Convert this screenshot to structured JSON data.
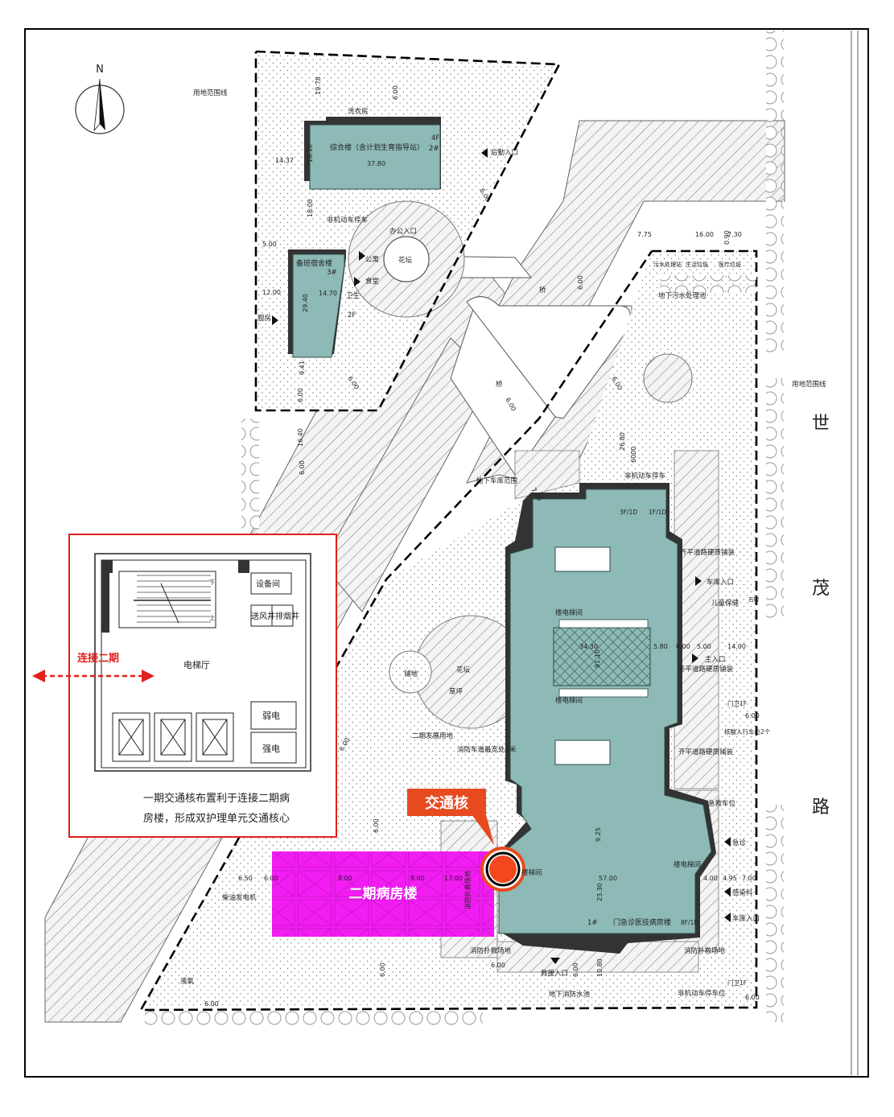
{
  "compass": {
    "north": "N"
  },
  "road": {
    "name_1": "世",
    "name_2": "茂",
    "name_3": "路"
  },
  "labels": {
    "site_line_left": "用地范围线",
    "site_line_right": "用地范围线",
    "laundry": "洗衣房",
    "bldg2_name": "综合楼（含计划生育指导站）",
    "bldg2_floors": "4F",
    "bldg2_no": "2#",
    "back_entry": "后勤入口",
    "bike_parking_top": "非机动车停车",
    "office_entry": "办公入口",
    "bldg3_name": "备班宿舍楼",
    "bldg3_no": "3#",
    "apartment": "公寓",
    "canteen": "食堂",
    "health": "卫生",
    "bldg3_floors": "2F",
    "flower_bed": "花坛",
    "kitchen": "厨房",
    "bridge1": "桥",
    "bridge2": "桥",
    "sewage_station": "污水处理站",
    "garbage": "生活垃圾",
    "medical_waste": "医疗垃圾",
    "underground_sewage": "地下污水处理池",
    "garage_range": "地下车库范围",
    "bike_parking_right": "非机动车停车",
    "floors_a": "3F/1D",
    "floors_b": "1F/1D",
    "paving1": "齐平道路硬质铺装",
    "car_entry1": "车库入口",
    "child_care": "儿童保健",
    "stone": "石碑",
    "main_entry": "主入口",
    "paving2": "齐平道路硬质铺装",
    "elevator_hall1": "楼电梯间",
    "elevator_hall2": "楼电梯间",
    "elevator_hall3": "楼电梯间",
    "elevator_hall4": "楼梯间",
    "green": "铺地",
    "flower_bed2": "花坛",
    "lawn": "草坪",
    "phase2_land": "二期发展用地",
    "fire_lane_note": "消防车道最宽处4米",
    "guard1": "门卫1F",
    "taxi": "核酸人行车位2个",
    "paving3": "齐平道路硬质铺装",
    "ambulance": "急救车位",
    "emergency": "急诊",
    "infectious": "感染科",
    "car_entry2": "车库入口",
    "bldg1_no": "1#",
    "bldg1_name": "门急诊医技病房楼",
    "bldg1_floors": "8F/1D",
    "fire_rescue1": "消防扑救场地",
    "fire_rescue2": "消防扑救场地",
    "fire_rescue_vertical": "消防扑救场地",
    "rescue_entry": "救援入口",
    "fire_pool": "地下消防水池",
    "bike_parking_bottom": "非机动车停车位",
    "guard2": "门卫1F",
    "diesel": "柴油发电机",
    "gas": "液氧"
  },
  "dims": [
    "19.78",
    "6.00",
    "16.10",
    "14.37",
    "37.80",
    "6.00",
    "18.00",
    "5.00",
    "12.00",
    "14.70",
    "29.40",
    "9.41",
    "6.00",
    "6.00",
    "16.40",
    "6.00",
    "6.00",
    "7.75",
    "16.00",
    "7.30",
    "0.90",
    "6.00",
    "6.00",
    "26.80",
    "6000",
    "7.50",
    "34.30",
    "5.80",
    "6.00",
    "5.00",
    "14.00",
    "91.10",
    "6.00",
    "6.00",
    "9.25",
    "57.00",
    "23.30",
    "4.00",
    "4.95",
    "7.00",
    "6.50",
    "6.00",
    "8.00",
    "8.00",
    "6.00",
    "13.00",
    "6.00",
    "10.80",
    "6.00",
    "6.00",
    "6.00",
    "6.00"
  ],
  "callout": {
    "core": "交通核",
    "phase2": "二期病房楼"
  },
  "inset": {
    "connect": "连接二期",
    "equipment": "设备间",
    "air_shaft": "送风井",
    "smoke_shaft": "排烟井",
    "elevator_lobby": "电梯厅",
    "weak_power": "弱电",
    "strong_power": "强电",
    "stair_down": "下",
    "stair_up": "上",
    "desc_line1": "一期交通核布置利于连接二期病",
    "desc_line2": "房楼，形成双护理单元交通核心"
  },
  "colors": {
    "building": "#8dbab6",
    "phase2": "#f21ef2",
    "callout": "#e84a1f",
    "inset_border": "#e0201c",
    "connect": "#e0201c"
  }
}
